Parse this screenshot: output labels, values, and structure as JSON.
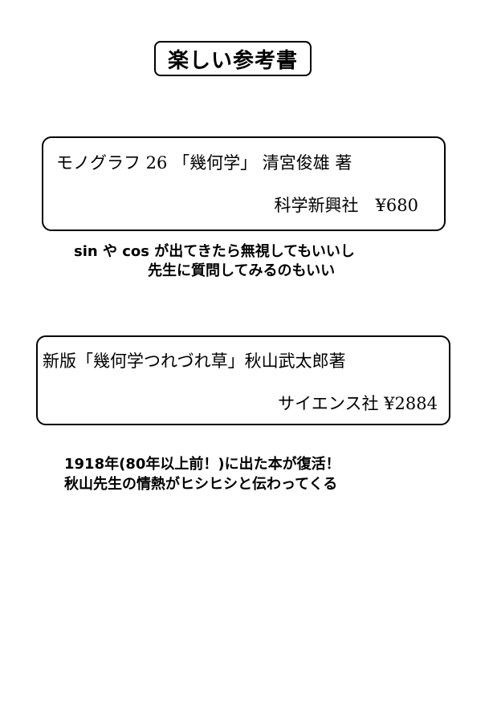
{
  "page_title": "楽しい参考書",
  "books": [
    {
      "title_line": "モノグラフ 26 「幾何学」 清宮俊雄 著",
      "publisher_line": "科学新興社　¥680"
    },
    {
      "title_line": "新版「幾何学つれづれ草」秋山武太郎著",
      "publisher_line": "サイエンス社 ¥2884"
    }
  ],
  "comments": [
    {
      "line1": "sin や cos が出てきたら無視してもいいし",
      "line2": "先生に質問してみるのもいい"
    },
    {
      "line1": "1918年(80年以上前！)に出た本が復活！",
      "line2": "秋山先生の情熱がヒシヒシと伝わってくる"
    }
  ]
}
